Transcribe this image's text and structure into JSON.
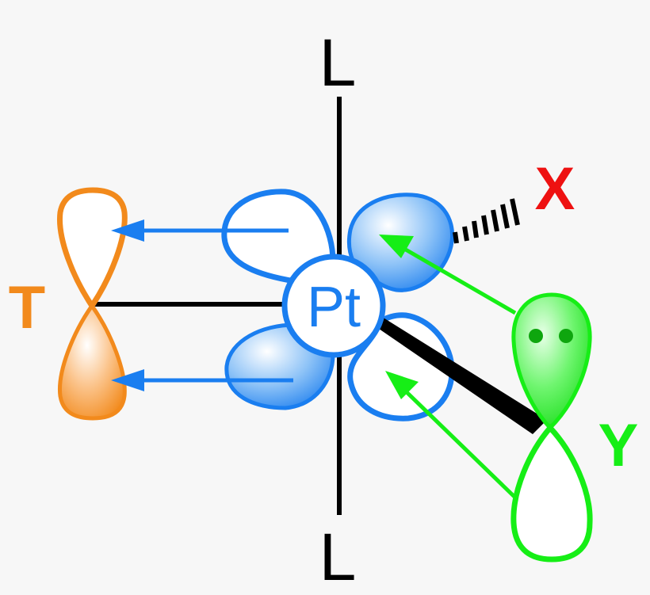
{
  "diagram": {
    "labels": {
      "top_ligand": "L",
      "bottom_ligand": "L",
      "metal": "Pt",
      "x_ligand": "X",
      "y_ligand": "Y",
      "t_ligand": "T"
    },
    "colors": {
      "metal_orbital": "#1a7ef0",
      "t_orbital": "#f28a1c",
      "y_orbital": "#16ee16",
      "x_label": "#ee1111",
      "bond": "#000000",
      "background": "#f7f7f7"
    }
  }
}
